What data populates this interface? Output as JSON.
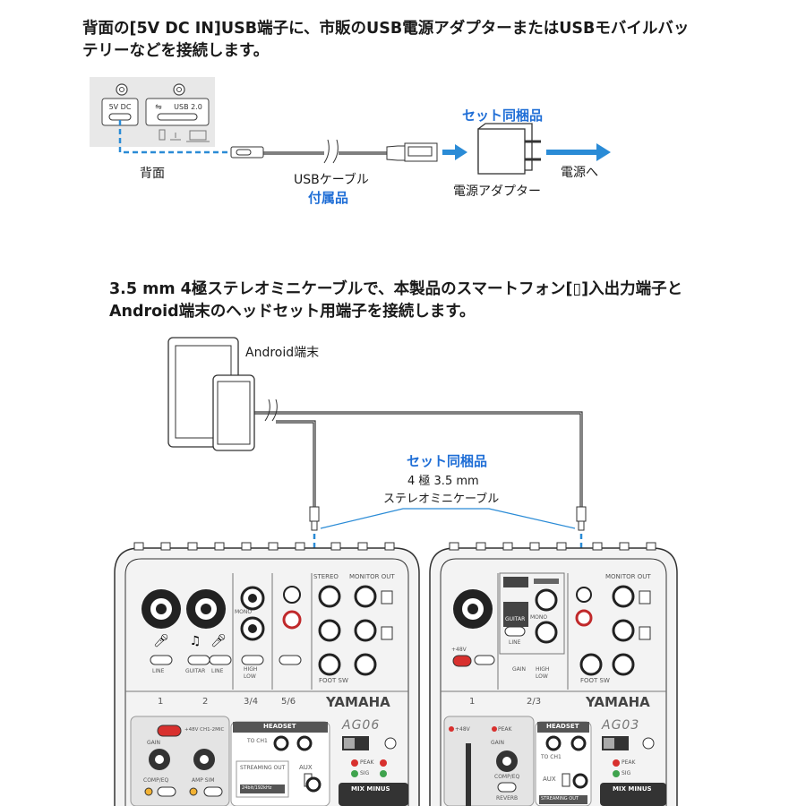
{
  "section1": {
    "heading_line1": "背面の[5V DC IN]USB端子に、市販のUSB電源アダプターまたはUSBモバイルバッ",
    "heading_line2": "テリーなどを接続します。",
    "port_label_dc": "5V DC",
    "port_label_usb": "USB 2.0",
    "rear_label": "背面",
    "cable_label": "USBケーブル",
    "included_label": "付属品",
    "set_included_label": "セット同梱品",
    "adapter_label": "電源アダプター",
    "to_power_label": "電源へ"
  },
  "section2": {
    "heading_line1": "3.5 mm 4極ステレオミニケーブルで、本製品のスマートフォン[▯]入出力端子と",
    "heading_line2": "Android端末のヘッドセット用端子を接続します。",
    "device_label": "Android端末",
    "set_included_label": "セット同梱品",
    "cable_spec": "4 極 3.5 mm",
    "cable_name": "ステレオミニケーブル"
  },
  "mixer_left": {
    "brand": "YAMAHA",
    "model": "AG06",
    "ch1": "1",
    "ch2": "2",
    "ch34": "3/4",
    "ch56": "5/6",
    "mono": "MONO",
    "line": "LINE",
    "guitar": "GUITAR",
    "line2": "LINE",
    "high": "HIGH",
    "low": "LOW",
    "headset": "HEADSET",
    "to_ch1": "TO CH1",
    "streaming_out": "STREAMING OUT",
    "aux": "AUX",
    "stereo": "STEREO",
    "monitor_out": "MONITOR OUT",
    "foot_sw": "FOOT SW",
    "gain": "GAIN",
    "comp_eq": "COMP/EQ",
    "amp_sim": "AMP SIM",
    "phantom": "+48V CH1-2MIC",
    "mix_minus": "MIX MINUS",
    "peak": "PEAK",
    "sig": "SIG",
    "bits": "24bit/192kHz"
  },
  "mixer_right": {
    "brand": "YAMAHA",
    "model": "AG03",
    "ch1": "1",
    "ch23": "2/3",
    "guitar": "GUITAR",
    "mono": "MONO",
    "line": "LINE",
    "gain_hl": "GAIN",
    "high": "HIGH",
    "low": "LOW",
    "monitor_out": "MONITOR OUT",
    "foot_sw": "FOOT SW",
    "phantom": "+48V",
    "peak": "PEAK",
    "headset": "HEADSET",
    "to_ch1": "TO CH1",
    "aux": "AUX",
    "streaming_out": "STREAMING OUT",
    "mix_minus": "MIX MINUS",
    "reverb": "REVERB",
    "gain": "GAIN",
    "comp_eq": "COMP/EQ",
    "sig": "SIG"
  },
  "colors": {
    "accent_blue": "#1f6ed6",
    "cable_blue": "#2a8bd6",
    "arrow_blue": "#2a8bd6",
    "panel_gray": "#e9e9e9"
  }
}
